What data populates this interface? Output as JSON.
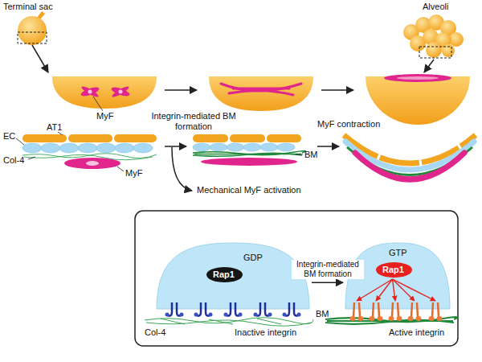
{
  "diagram": {
    "nodes": [
      {
        "text": [
          "GDP"
        ]
      },
      {
        "text": [
          "Rap1"
        ],
        "in": 0
      },
      {
        "text": [
          "GTP"
        ]
      },
      {
        "text": [
          "Rap1"
        ],
        "in": 2
      }
    ],
    "edges": [
      {
        "from": 0,
        "to": 2,
        "arrow": "to",
        "label": "Integrin-mediated BM formation"
      }
    ],
    "labels": [
      "Terminal sac",
      "Alveoli",
      "MyF",
      "EC",
      "AT1",
      "Col-4",
      "MyF",
      "Integrin-mediated BM formation",
      "BM",
      "MyF contraction",
      "Mechanical MyF activation",
      "Inactive integrin",
      "Col-4",
      "Active integrin",
      "BM"
    ]
  }
}
